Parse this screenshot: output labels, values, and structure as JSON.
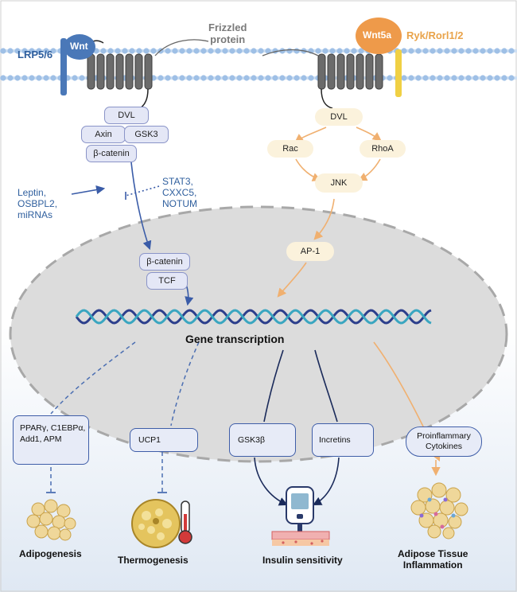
{
  "membrane": {
    "lrp": "LRP5/6",
    "wnt": "Wnt",
    "frizzled": "Frizzled\nprotein",
    "wnt5a": "Wnt5a",
    "ryk": "Ryk/Rorl1/2"
  },
  "canonical": {
    "dvl": "DVL",
    "axin": "Axin",
    "gsk3": "GSK3",
    "beta_catenin": "β-catenin",
    "activators": "Leptin,\nOSBPL2,\nmiRNAs",
    "inhibitors": "STAT3,\nCXXC5,\nNOTUM",
    "nuclear_beta_catenin": "β-catenin",
    "tcf": "TCF"
  },
  "noncanonical": {
    "dvl": "DVL",
    "rac": "Rac",
    "rhoa": "RhoA",
    "jnk": "JNK",
    "ap1": "AP-1"
  },
  "nucleus": {
    "label": "Gene transcription"
  },
  "outcomes": {
    "adipo_box": "PPARγ, C1EBPα,\nAdd1, APM",
    "ucp1_box": "UCP1",
    "gsk3b_box": "GSK3β",
    "incretins_box": "Incretins",
    "cytokines_box": "Proinflammary\nCytokines",
    "adipogenesis": "Adipogenesis",
    "thermogenesis": "Thermogenesis",
    "insulin": "Insulin sensitivity",
    "inflammation": "Adipose Tissue\nInflammation"
  },
  "colors": {
    "canonical": "#3a5ca8",
    "noncanonical": "#f0b070",
    "membrane": "#9fc0e6",
    "receptor": "#6b6b6b",
    "nucleus": "#dcdcdc"
  }
}
